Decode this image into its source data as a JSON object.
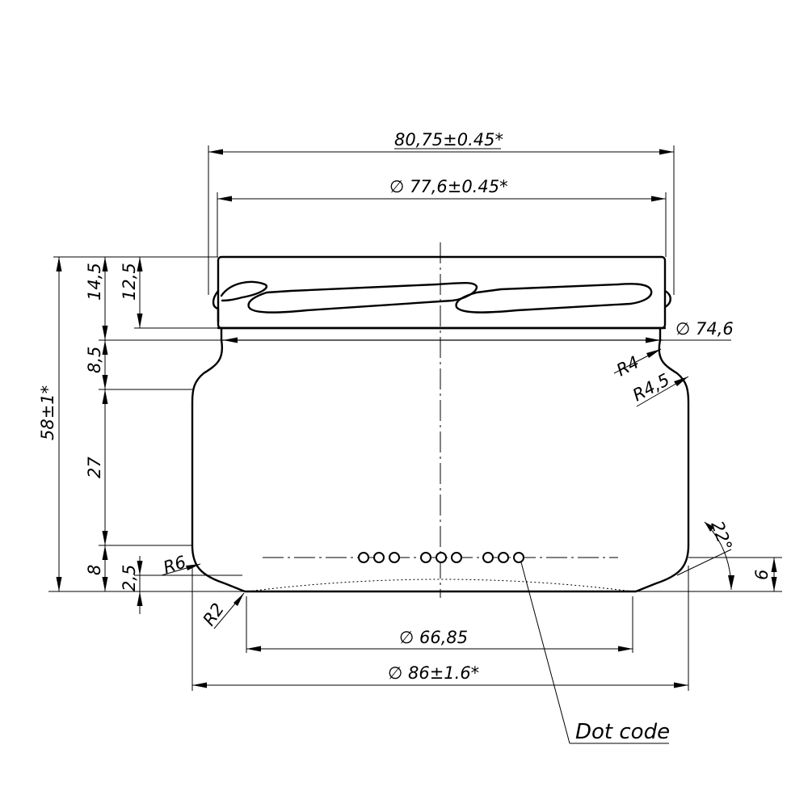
{
  "dimensions": {
    "top_width": "80,75±0.45*",
    "thread_diameter": "∅ 77,6±0.45*",
    "neck_diameter": "∅ 74,6",
    "base_diameter": "∅ 66,85",
    "body_diameter": "∅ 86±1.6*",
    "total_height": "58±1*",
    "h_14_5": "14,5",
    "h_12_5": "12,5",
    "h_8_5": "8,5",
    "h_27": "27",
    "h_8": "8",
    "h_2_5": "2,5",
    "h_6": "6",
    "r4": "R4",
    "r4_5": "R4,5",
    "r6": "R6",
    "r2": "R2",
    "angle": "22°"
  },
  "labels": {
    "dot_code": "Dot code"
  }
}
